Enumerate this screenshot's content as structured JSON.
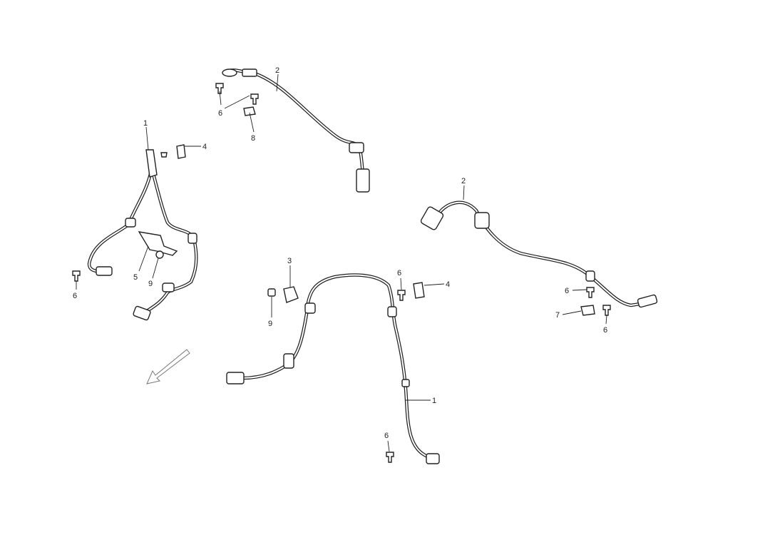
{
  "diagram": {
    "title": "ABS wheel speed sensor harness - exploded parts view",
    "callouts": [
      "2",
      "6",
      "8",
      "1",
      "4",
      "5",
      "9",
      "6",
      "3",
      "9",
      "6",
      "4",
      "2",
      "6",
      "7",
      "6",
      "1",
      "6"
    ],
    "direction_arrow": "front-direction-arrow"
  }
}
